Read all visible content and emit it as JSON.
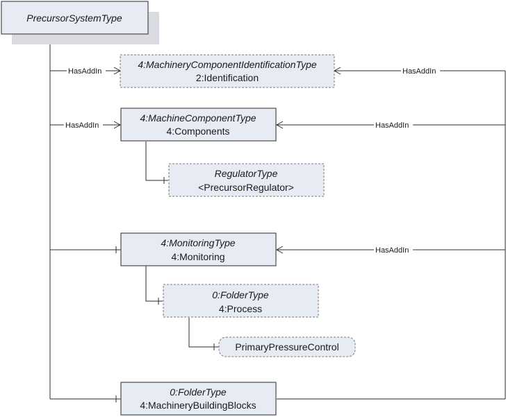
{
  "nodes": {
    "root": {
      "type_name": "PrecursorSystemType"
    },
    "identification": {
      "type_name": "4:MachineryComponentIdentificationType",
      "browse_name": "2:Identification"
    },
    "components": {
      "type_name": "4:MachineComponentType",
      "browse_name": "4:Components"
    },
    "regulator": {
      "type_name": "RegulatorType",
      "browse_name": "<PrecursorRegulator>"
    },
    "monitoring": {
      "type_name": "4:MonitoringType",
      "browse_name": "4:Monitoring"
    },
    "process": {
      "type_name": "0:FolderType",
      "browse_name": "4:Process"
    },
    "pressure_control": {
      "browse_name": "PrimaryPressureControl"
    },
    "building_blocks": {
      "type_name": "0:FolderType",
      "browse_name": "4:MachineryBuildingBlocks"
    }
  },
  "references": {
    "has_add_in": "HasAddIn"
  }
}
